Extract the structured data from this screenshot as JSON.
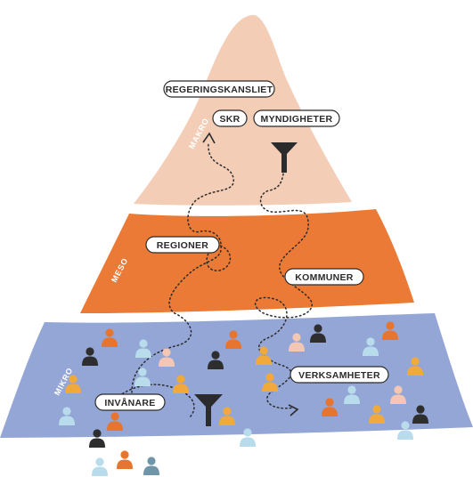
{
  "colors": {
    "makro": "#f3cdb6",
    "meso": "#ea7a35",
    "mikro": "#94a6d6",
    "ink": "#2b2b2b",
    "people_orange": "#e8752f",
    "people_yellow": "#f2a93b",
    "people_lightblue": "#b9dcec",
    "people_pink": "#f3c7b4",
    "people_dark": "#2e2e2e",
    "people_teal": "#6f96a8"
  },
  "levels": {
    "makro": {
      "label": "MAKRO",
      "items": [
        "REGERINGSKANSLIET",
        "SKR",
        "MYNDIGHETER"
      ]
    },
    "meso": {
      "label": "MESO",
      "items": [
        "REGIONER",
        "KOMMUNER"
      ]
    },
    "mikro": {
      "label": "MIKRO",
      "items": [
        "VERKSAMHETER",
        "INVÅNARE"
      ]
    }
  },
  "icons": {
    "funnel": "funnel-icon",
    "person": "person-icon",
    "arrow": "arrow-head-icon"
  }
}
